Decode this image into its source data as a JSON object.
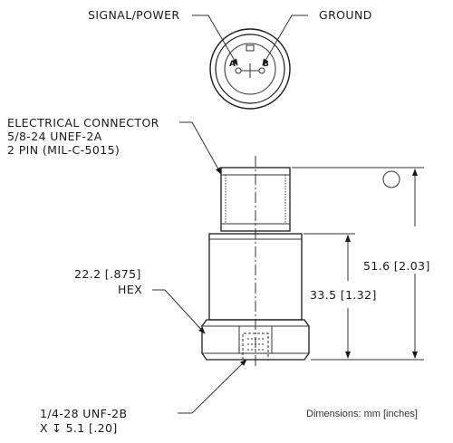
{
  "callouts": {
    "signal_power": "SIGNAL/POWER",
    "ground": "GROUND",
    "pin_a": "A",
    "pin_b": "B",
    "connector_line1": "ELECTRICAL CONNECTOR",
    "connector_line2": "5/8-24 UNEF-2A",
    "connector_line3": "2 PIN (MIL-C-5015)",
    "hex_size": "22.2 [.875]",
    "hex_label": "HEX",
    "mount_line1": "1/4-28 UNF-2B",
    "mount_line2": "X ↧ 5.1 [.20]"
  },
  "dimensions": {
    "overall_height": "51.6 [2.03]",
    "body_height": "33.5 [1.32]"
  },
  "note": "Dimensions: mm [inches]"
}
